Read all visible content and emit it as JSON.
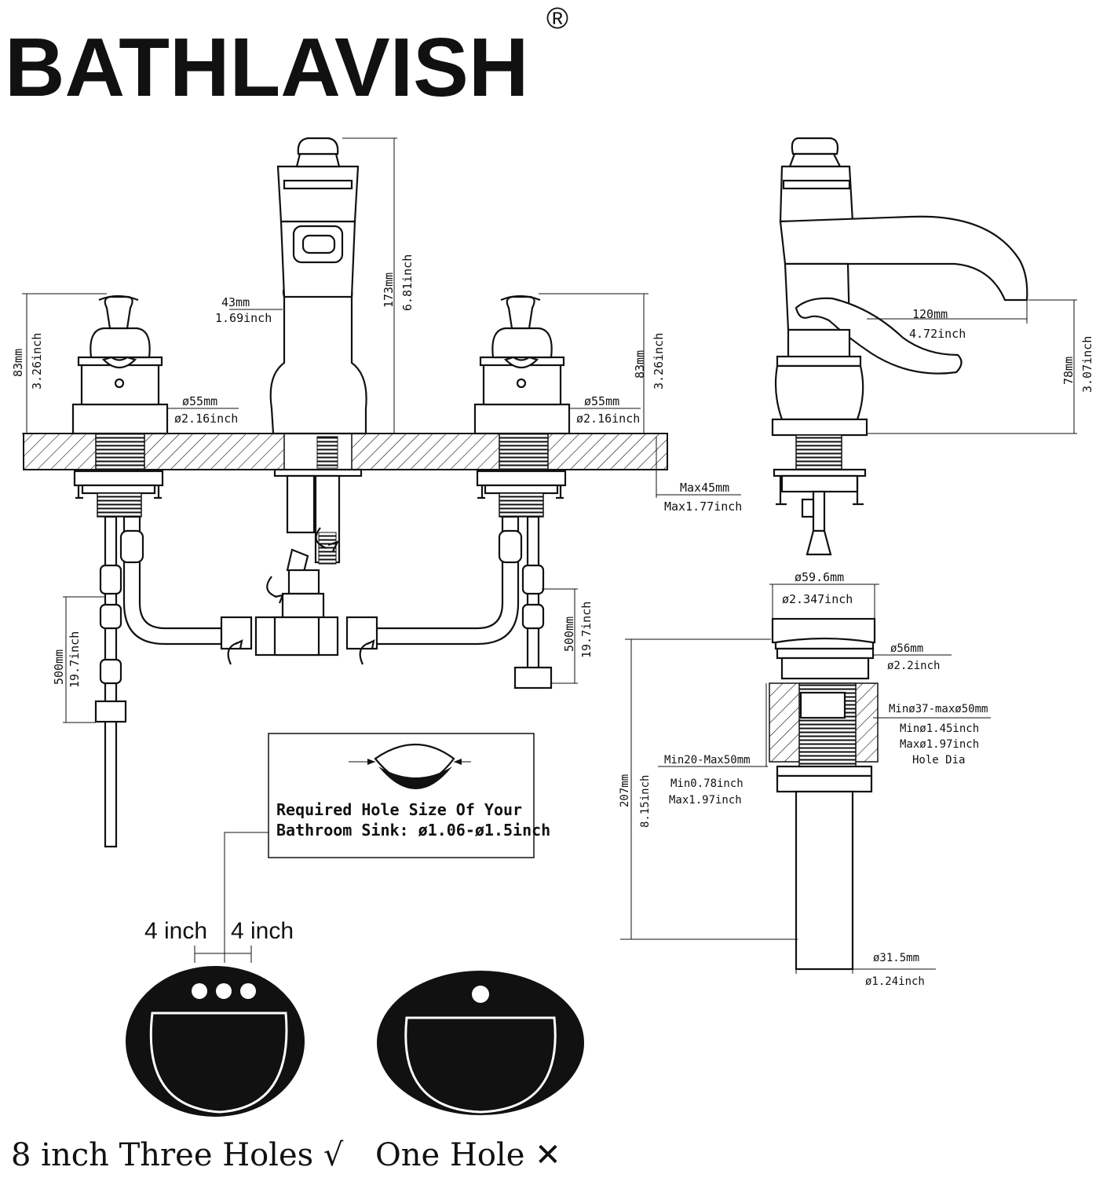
{
  "brand": {
    "name": "BATHLAVISH",
    "mark": "®"
  },
  "faucet_dims": {
    "spout_width_mm": "43mm",
    "spout_width_in": "1.69inch",
    "spout_height_mm": "173mm",
    "spout_height_in": "6.81inch",
    "handle_height_mm": "83mm",
    "handle_height_in": "3.26inch",
    "handle_base_mm": "ø55mm",
    "handle_base_in": "ø2.16inch",
    "deck_thickness_mm": "Max45mm",
    "deck_thickness_in": "Max1.77inch",
    "hose_length_mm": "500mm",
    "hose_length_in": "19.7inch"
  },
  "side_dims": {
    "reach_mm": "120mm",
    "reach_in": "4.72inch",
    "spout_height_mm": "78mm",
    "spout_height_in": "3.07inch"
  },
  "drain_dims": {
    "cap_mm": "ø59.6mm",
    "cap_in": "ø2.347inch",
    "flange_mm": "ø56mm",
    "flange_in": "ø2.2inch",
    "hole_range_mm": "Minø37-maxø50mm",
    "hole_min_in": "Minø1.45inch",
    "hole_max_in": "Maxø1.97inch",
    "hole_label": "Hole Dia",
    "thick_range_mm": "Min20-Max50mm",
    "thick_min_in": "Min0.78inch",
    "thick_max_in": "Max1.97inch",
    "length_mm": "207mm",
    "length_in": "8.15inch",
    "tail_mm": "ø31.5mm",
    "tail_in": "ø1.24inch"
  },
  "hole_note": {
    "line1": "Required Hole Size Of Your",
    "line2": "Bathroom Sink: ø1.06-ø1.5inch"
  },
  "spacing": {
    "left": "4 inch",
    "right": "4 inch"
  },
  "captions": {
    "three_holes": "8 inch Three Holes",
    "three_holes_mark": "√",
    "one_hole": "One Hole",
    "one_hole_mark": "✕"
  }
}
